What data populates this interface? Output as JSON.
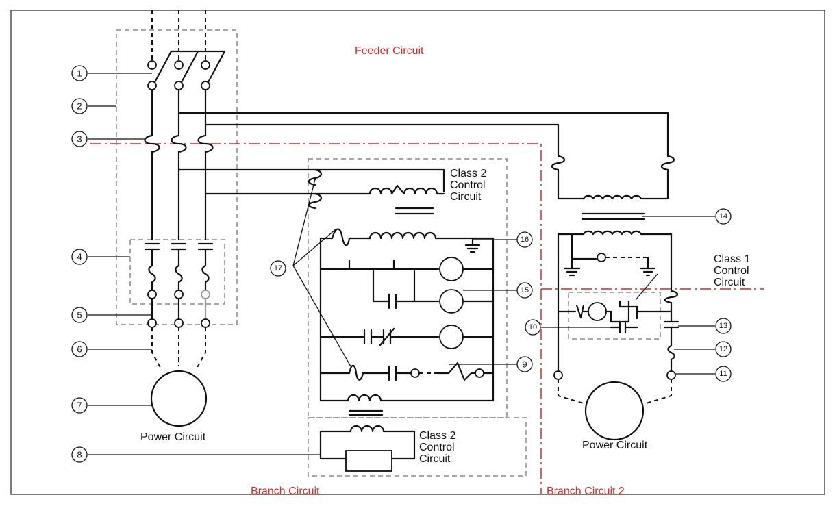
{
  "labels": {
    "feeder_circuit": "Feeder Circuit",
    "branch_circuit": "Branch Circuit",
    "branch_circuit_2": "Branch Circuit 2",
    "power_circuit_left": "Power Circuit",
    "power_circuit_right": "Power Circuit",
    "class2_top": [
      "Class 2",
      "Control",
      "Circuit"
    ],
    "class2_bottom": [
      "Class 2",
      "Control",
      "Circuit"
    ],
    "class1": [
      "Class 1",
      "Control",
      "Circuit"
    ]
  },
  "callouts": [
    "1",
    "2",
    "3",
    "4",
    "5",
    "6",
    "7",
    "8",
    "9",
    "10",
    "11",
    "12",
    "13",
    "14",
    "15",
    "16",
    "17"
  ],
  "colors": {
    "accent_red": "#d42a2a",
    "wire": "#111111",
    "enclosure": "#8a8a8a"
  }
}
